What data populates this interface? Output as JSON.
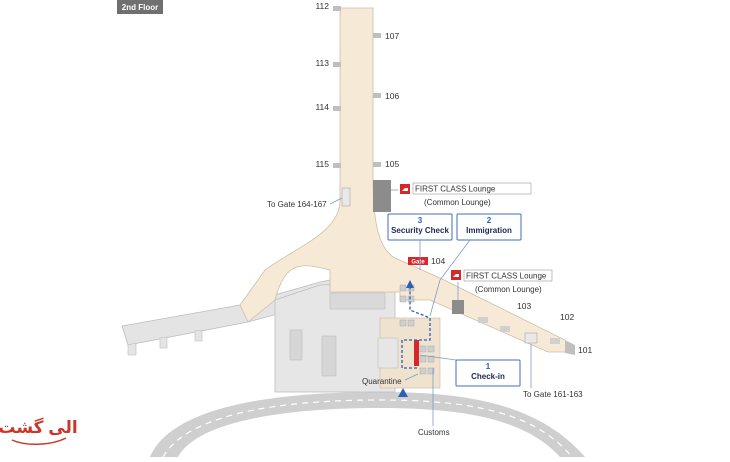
{
  "floor_label": "2nd Floor",
  "gates": {
    "g112": "112",
    "g113": "113",
    "g114": "114",
    "g115": "115",
    "g107": "107",
    "g106": "106",
    "g105": "105",
    "g104": "104",
    "g103": "103",
    "g102": "102",
    "g101": "101",
    "gate_word": "Gate"
  },
  "lounges": [
    {
      "line1": "FIRST CLASS Lounge",
      "line2": "(Common Lounge)"
    },
    {
      "line1": "FIRST CLASS Lounge",
      "line2": "(Common Lounge)"
    }
  ],
  "steps": [
    {
      "num": "3",
      "label": "Security Check"
    },
    {
      "num": "2",
      "label": "Immigration"
    },
    {
      "num": "1",
      "label": "Check-in"
    }
  ],
  "labels": {
    "to_gate_left": "To Gate 164-167",
    "to_gate_right": "To Gate 161-163",
    "quarantine": "Quarantine",
    "customs": "Customs"
  },
  "watermark": "الی گشت",
  "colors": {
    "concourse": "#f6ead7",
    "building": "#e6e6e6",
    "road": "#cfcfcf",
    "accent_red": "#d9262b",
    "step_blue": "#2e5fb0",
    "watermark": "#c8392b"
  }
}
